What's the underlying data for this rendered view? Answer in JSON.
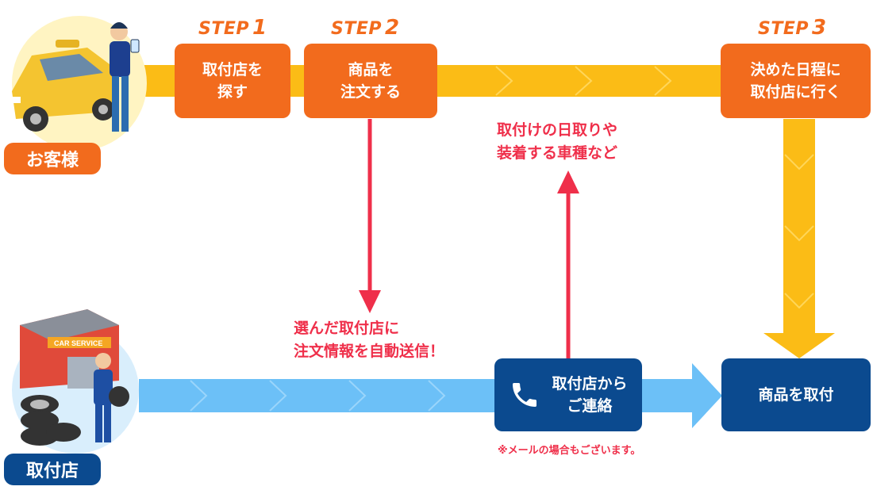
{
  "roles": {
    "customer": "お客様",
    "shop": "取付店"
  },
  "steps": [
    {
      "label": "STEP",
      "num": "1",
      "box": [
        "取付店を",
        "探す"
      ]
    },
    {
      "label": "STEP",
      "num": "2",
      "box": [
        "商品を",
        "注文する"
      ]
    },
    {
      "label": "STEP",
      "num": "3",
      "box": [
        "決めた日程に",
        "取付店に行く"
      ]
    }
  ],
  "notes": {
    "auto_send": [
      "選んだ取付店に",
      "注文情報を自動送信！"
    ],
    "schedule": [
      "取付けの日取りや",
      "装着する車種など"
    ],
    "mail": "※メールの場合もございます。"
  },
  "shop_boxes": {
    "contact": [
      "取付店から",
      "ご連絡"
    ],
    "install": "商品を取付"
  },
  "illustration_text": {
    "sign": "CAR SERVICE"
  },
  "colors": {
    "orange": "#f26b1d",
    "yellow_track": "#fbbc16",
    "blue_track": "#6cc0f7",
    "navy": "#0b4a8f",
    "red": "#ef2f4a"
  },
  "icons": [
    "phone-icon",
    "taxi-car-icon",
    "customer-person-icon",
    "car-service-building-icon",
    "tires-icon",
    "mechanic-person-icon"
  ]
}
